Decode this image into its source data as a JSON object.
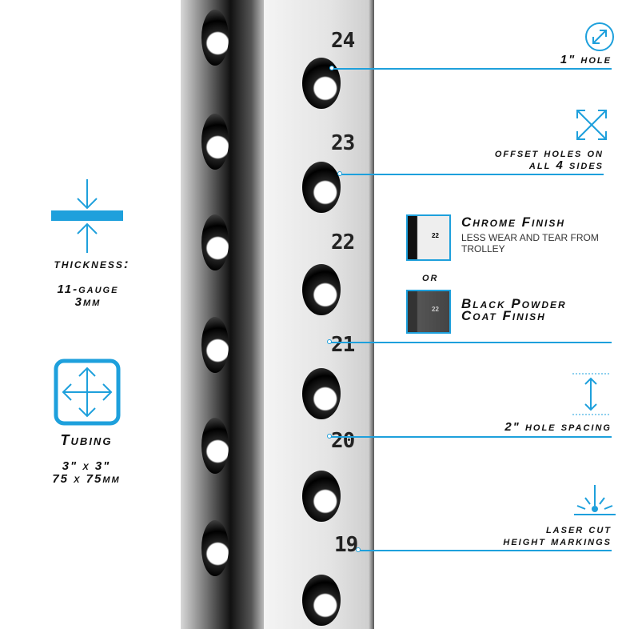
{
  "accent_color": "#1ea0dc",
  "left": {
    "thickness": {
      "icon": "thickness-arrows-icon",
      "title": "THICKNESS:",
      "line1": "11-GAUGE",
      "line2": "3MM"
    },
    "tubing": {
      "icon": "four-way-arrows-icon",
      "title": "Tubing",
      "line1": "3\" x 3\"",
      "line2": "75 x 75MM"
    }
  },
  "upright": {
    "numbers": [
      "24",
      "23",
      "22",
      "21",
      "20",
      "19"
    ]
  },
  "right": {
    "hole": {
      "icon": "diagonal-arrow-circle-icon",
      "label": "1\" HOLE"
    },
    "offset": {
      "icon": "expand-arrows-icon",
      "line1": "OFFSET HOLES ON",
      "line2": "ALL 4 SIDES"
    },
    "chrome": {
      "title": "Chrome Finish",
      "desc": "LESS WEAR AND TEAR FROM TROLLEY",
      "thumb_number": "22"
    },
    "or_label": "OR",
    "black": {
      "line1": "Black Powder",
      "line2": "Coat Finish",
      "thumb_number": "22"
    },
    "spacing": {
      "icon": "vertical-spacing-icon",
      "label": "2\" HOLE SPACING"
    },
    "laser": {
      "icon": "laser-burst-icon",
      "line1": "LASER CUT",
      "line2": "HEIGHT MARKINGS"
    }
  }
}
